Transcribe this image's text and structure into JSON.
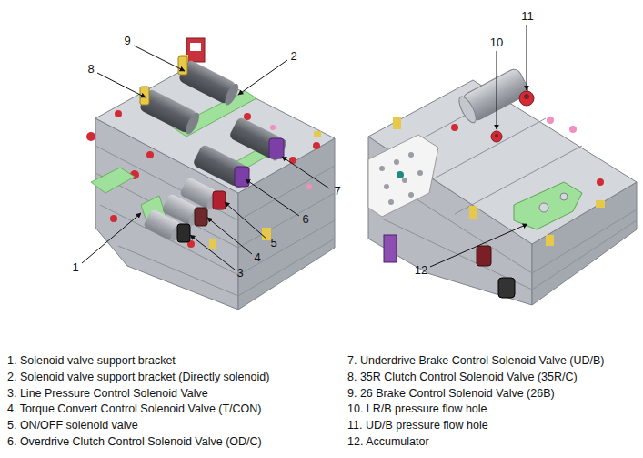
{
  "diagram": {
    "labels": [
      "9",
      "2",
      "8",
      "11",
      "10",
      "7",
      "6",
      "5",
      "4",
      "1",
      "3",
      "12",
      "1. Solenoid valve support bracket",
      "2. Solenoid valve support bracket (Directly solenoid)",
      "3. Line Pressure Control Solenoid Valve",
      "4. Torque Convert Control Solenoid Valve (T/CON)",
      "5. ON/OFF solenoid valve",
      "6. Overdrive Clutch Control Solenoid Valve (OD/C)",
      "7. Underdrive Brake Control Solenoid Valve (UD/B)",
      "8. 35R Clutch Control Solenoid Valve (35R/C)",
      "9. 26 Brake Control Solenoid Valve (26B)",
      "10. LR/B pressure flow hole",
      "11. UD/B pressure flow hole",
      "12. Accumulator"
    ]
  }
}
